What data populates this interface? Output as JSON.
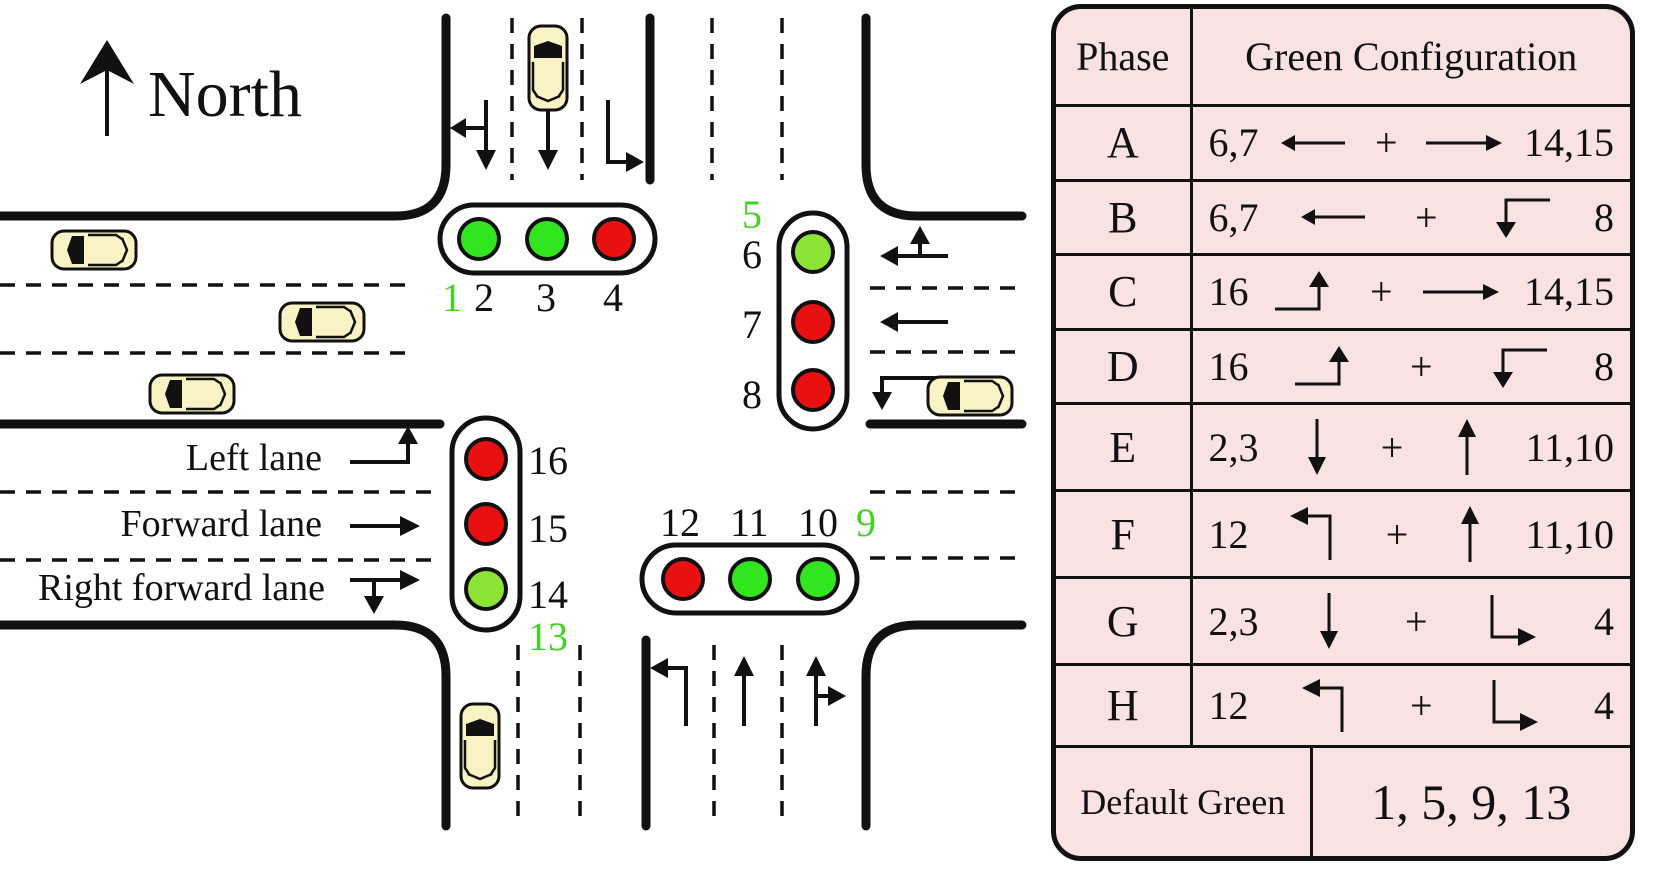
{
  "compass": {
    "label": "North"
  },
  "signals": {
    "north_group": [
      "1",
      "2",
      "3",
      "4"
    ],
    "east_group": [
      "5",
      "6",
      "7",
      "8"
    ],
    "south_group": [
      "12",
      "11",
      "10",
      "9"
    ],
    "west_group": [
      "16",
      "15",
      "14",
      "13"
    ]
  },
  "lane_labels": {
    "left": "Left lane",
    "forward": "Forward lane",
    "right_forward": "Right forward lane"
  },
  "colors": {
    "green": "#3fd51c",
    "lamp_green": "#31e61f",
    "lamp_lightgreen": "#8ee436",
    "lamp_red": "#e81010",
    "table_bg": "#f9e2e2",
    "car": "#f8f2c4"
  },
  "table": {
    "header": {
      "phase": "Phase",
      "config": "Green Configuration"
    },
    "rows": [
      {
        "phase": "A",
        "left": "6,7",
        "right": "14,15"
      },
      {
        "phase": "B",
        "left": "6,7",
        "right": "8"
      },
      {
        "phase": "C",
        "left": "16",
        "right": "14,15"
      },
      {
        "phase": "D",
        "left": "16",
        "right": "8"
      },
      {
        "phase": "E",
        "left": "2,3",
        "right": "11,10"
      },
      {
        "phase": "F",
        "left": "12",
        "right": "11,10"
      },
      {
        "phase": "G",
        "left": "2,3",
        "right": "4"
      },
      {
        "phase": "H",
        "left": "12",
        "right": "4"
      }
    ],
    "plus": "+",
    "default_label": "Default Green",
    "default_value": "1, 5, 9, 13"
  }
}
